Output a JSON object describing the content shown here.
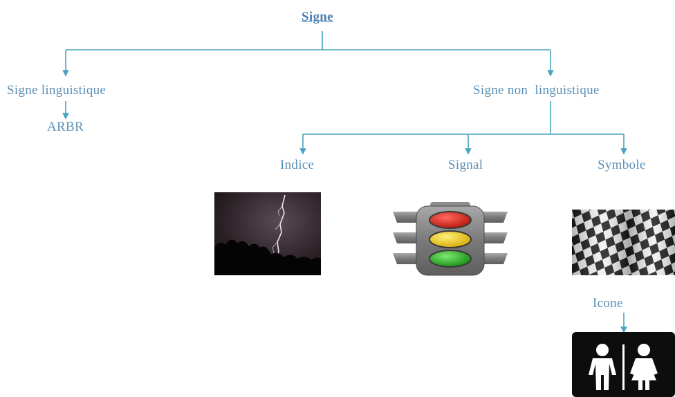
{
  "diagram": {
    "title": "Signe",
    "nodes": {
      "signe_linguistique": "Signe linguistique",
      "arbr": "ARBR",
      "signe_non_linguistique": "Signe non  linguistique",
      "indice": "Indice",
      "signal": "Signal",
      "symbole": "Symbole",
      "icone": "Icone"
    },
    "colors": {
      "line": "#4aa3c0",
      "text": "#5b8fb5",
      "title": "#4a7fb0"
    }
  },
  "images": {
    "indice": "lightning-photo",
    "signal": "traffic-light-icon",
    "symbole": "checkered-flag-icon",
    "icone": "restroom-icon"
  }
}
